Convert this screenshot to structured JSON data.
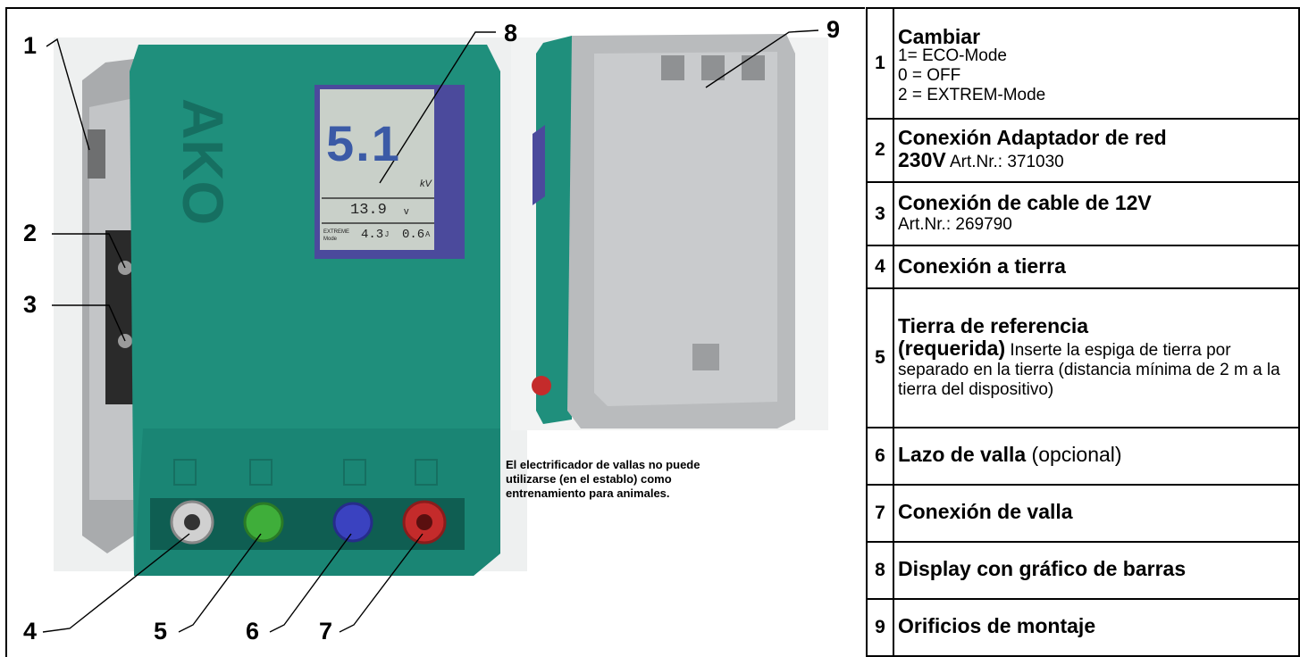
{
  "callouts": [
    "1",
    "2",
    "3",
    "4",
    "5",
    "6",
    "7",
    "8",
    "9"
  ],
  "display": {
    "main_value": "5.1",
    "unit": "kV",
    "battery_value": "13.9",
    "battery_unit": "v",
    "mode_label": "EXTREME Mode",
    "energy_value": "4.3",
    "energy_unit": "J",
    "current_value": "0.6",
    "current_unit": "A"
  },
  "note": "El electrificador de vallas no puede utilizarse (en el establo) como entrenamiento para animales.",
  "legend": [
    {
      "num": "1",
      "title": "Cambiar",
      "lines": [
        "1= ECO-Mode",
        "0 = OFF",
        "2 = EXTREM-Mode"
      ]
    },
    {
      "num": "2",
      "title": "Conexión Adaptador de red",
      "title2": "230V",
      "rest": " Art.Nr.: 371030"
    },
    {
      "num": "3",
      "title": "Conexión de cable de 12V",
      "rest": "Art.Nr.: 269790"
    },
    {
      "num": "4",
      "title": "Conexión a tierra"
    },
    {
      "num": "5",
      "title": "Tierra de referencia",
      "title2": "(requerida)",
      "rest": " Inserte la espiga de tierra por separado en la tierra (distancia mínima de 2 m a la tierra del dispositivo)"
    },
    {
      "num": "6",
      "title": "Lazo de valla",
      "rest": " (opcional)"
    },
    {
      "num": "7",
      "title": "Conexión de valla"
    },
    {
      "num": "8",
      "title": "Display con gráfico de barras"
    },
    {
      "num": "9",
      "title": "Orificios de montaje"
    }
  ],
  "colors": {
    "housing": "#1f8f7c",
    "housing_dark": "#126a5c",
    "gray": "#b9bbbd",
    "lcd": "#c9d0c9",
    "purple": "#4b4a9c",
    "red": "#c42b2b",
    "green": "#3fae3a",
    "blue": "#3a42c0",
    "silver": "#d0d0d0"
  }
}
